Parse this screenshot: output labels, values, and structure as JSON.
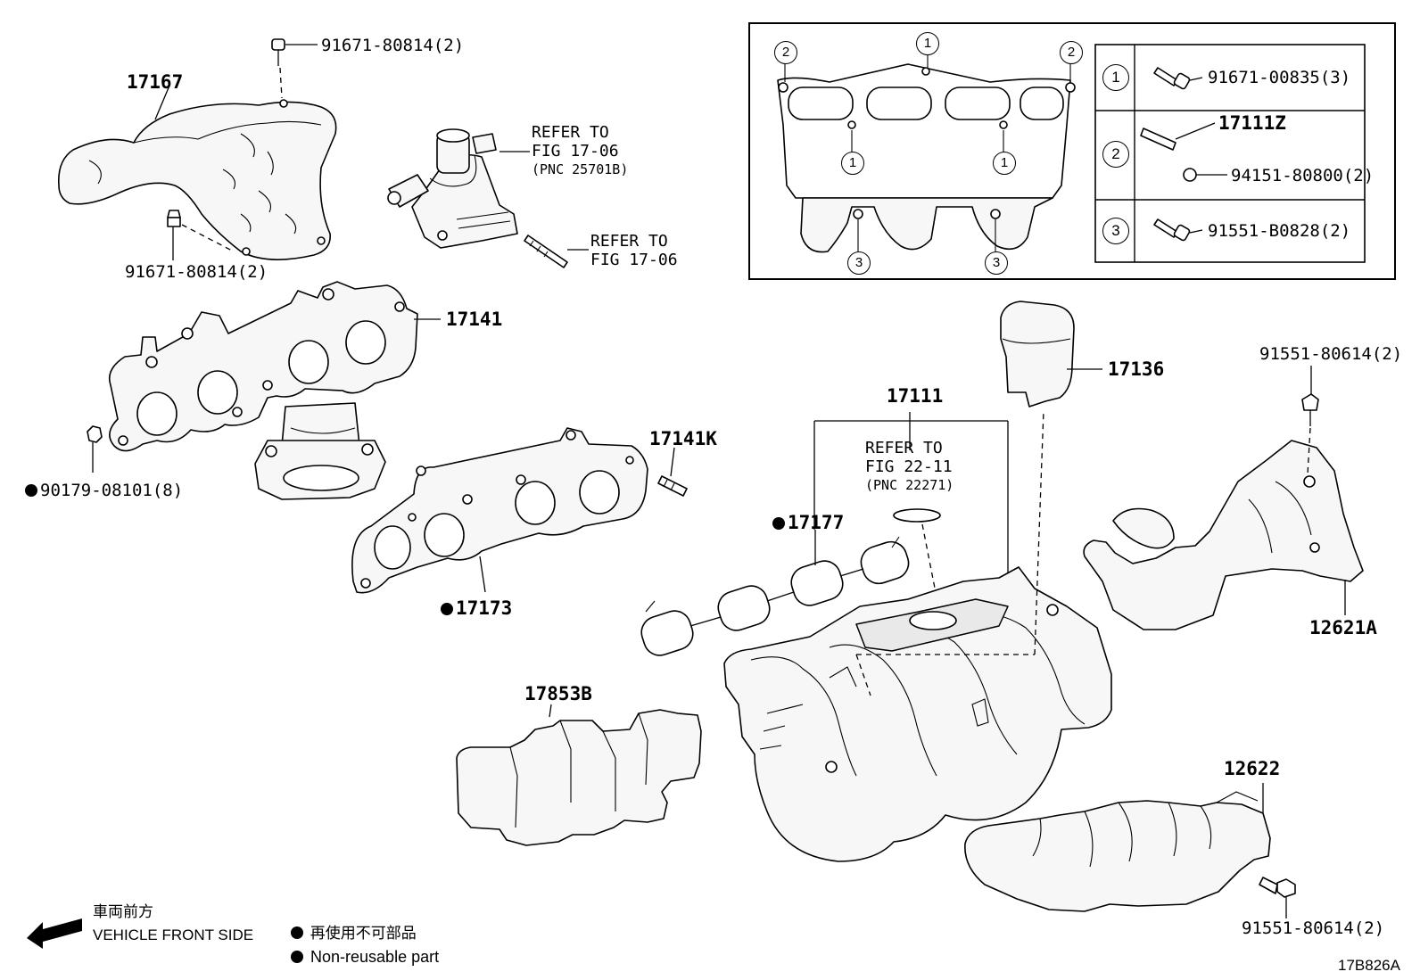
{
  "diagram_id": "17B826A",
  "parts": {
    "heat_insulator_upper": "17167",
    "bolt_top": "91671-80814(2)",
    "bolt_left": "91671-80814(2)",
    "exhaust_manifold": "17141",
    "nut": "90179-08101(8)",
    "gasket_exhaust": "17173",
    "stud": "17141K",
    "gasket_intake": "17177",
    "intake_manifold": "17111",
    "cover_17136": "17136",
    "bolt_right_top": "91551-80614(2)",
    "insulator_12621a": "12621A",
    "insulator_12622": "12622",
    "bolt_right_bottom": "91551-80614(2)",
    "insulator_17853b": "17853B"
  },
  "refs": {
    "egr_valve": {
      "l1": "REFER TO",
      "l2": "FIG 17-06",
      "l3": "(PNC 25701B)"
    },
    "stud_ref": {
      "l1": "REFER TO",
      "l2": "FIG 17-06"
    },
    "intake_ref": {
      "l1": "REFER TO",
      "l2": "FIG 22-11",
      "l3": "(PNC 22271)"
    }
  },
  "inset": {
    "markers": [
      "1",
      "2",
      "3"
    ],
    "table": [
      {
        "num": "1",
        "parts": [
          "91671-00835(3)"
        ]
      },
      {
        "num": "2",
        "parts": [
          "17111Z",
          "94151-80800(2)"
        ]
      },
      {
        "num": "3",
        "parts": [
          "91551-B0828(2)"
        ]
      }
    ]
  },
  "legend": {
    "front_jp": "車両前方",
    "front_en": "VEHICLE FRONT SIDE",
    "nonreuse_jp": "再使用不可部品",
    "nonreuse_en": "Non-reusable part"
  }
}
